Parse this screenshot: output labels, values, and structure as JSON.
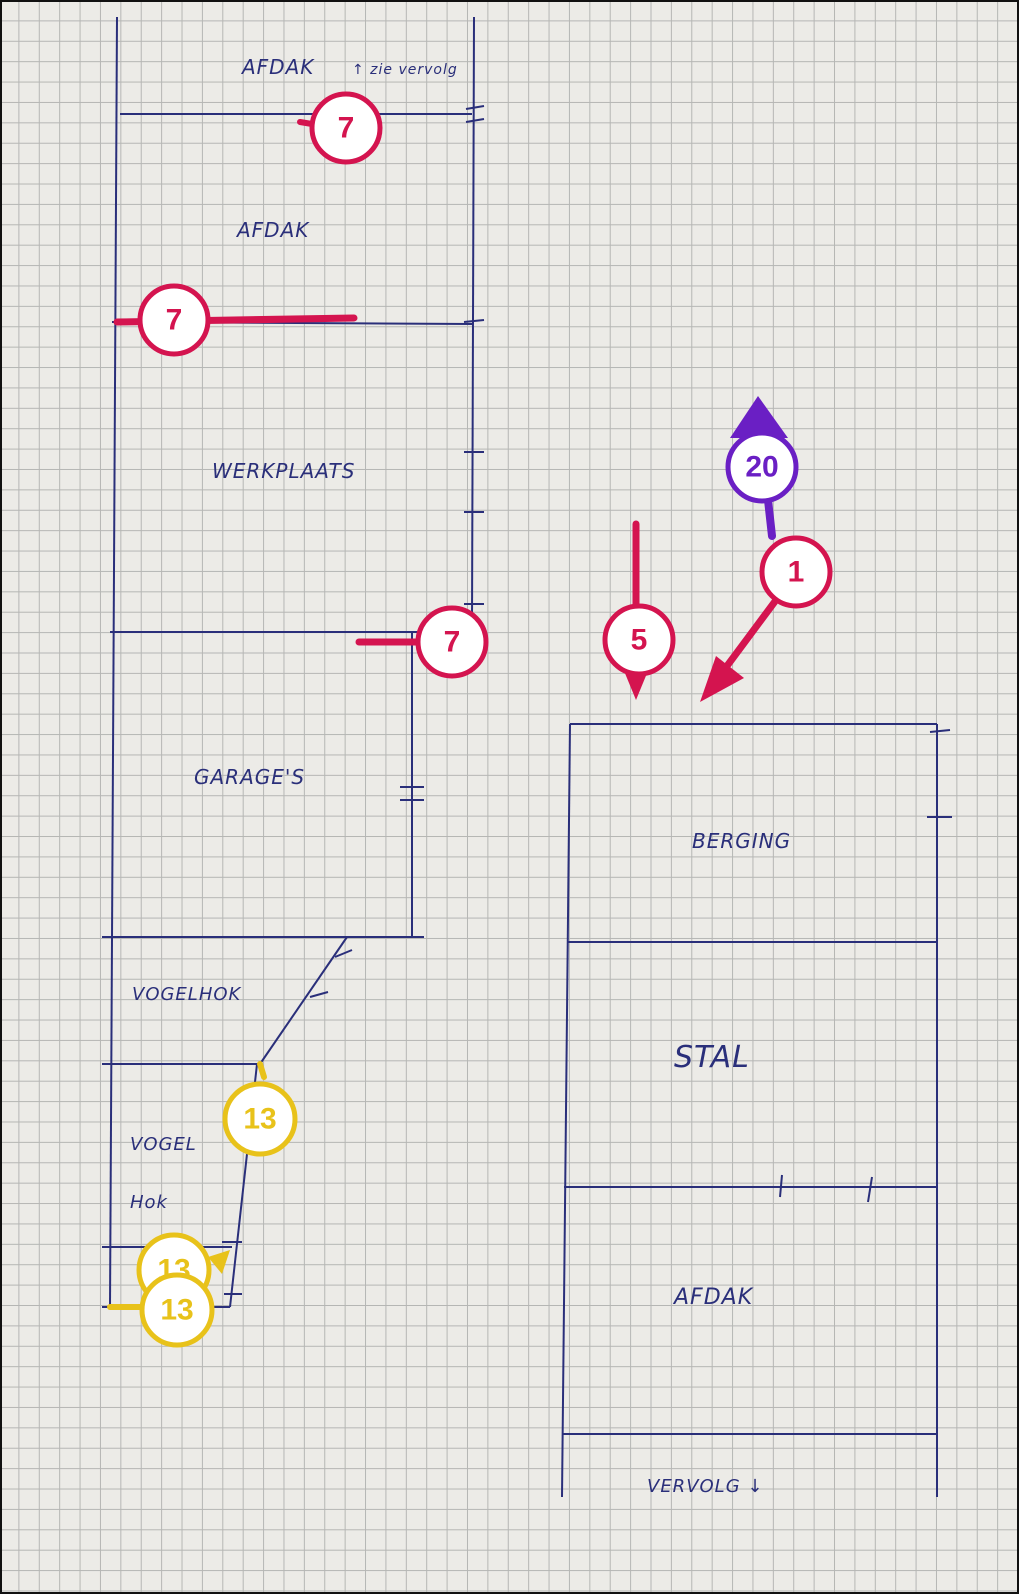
{
  "rooms_left": {
    "afdak_top": "AFDAK",
    "afdak_top_note": "↑ zie vervolg",
    "afdak": "AFDAK",
    "werkplaats": "WERKPLAATS",
    "garages": "GARAGE'S",
    "vogelhok_1": "VOGELHOK",
    "vogelhok_2_line1": "VOGEL",
    "vogelhok_2_line2": "Hok"
  },
  "rooms_right": {
    "berging": "BERGING",
    "stal": "STAL",
    "afdak": "AFDAK",
    "vervolg": "VERVOLG ↓"
  },
  "markers": [
    {
      "id": "m7a",
      "label": "7",
      "color": "#d4144f"
    },
    {
      "id": "m7b",
      "label": "7",
      "color": "#d4144f"
    },
    {
      "id": "m7c",
      "label": "7",
      "color": "#d4144f"
    },
    {
      "id": "m5",
      "label": "5",
      "color": "#d4144f"
    },
    {
      "id": "m1",
      "label": "1",
      "color": "#d4144f"
    },
    {
      "id": "m20",
      "label": "20",
      "color": "#6a1fc4"
    },
    {
      "id": "m13a",
      "label": "13",
      "color": "#e8c21a"
    },
    {
      "id": "m13b",
      "label": "13",
      "color": "#e8c21a"
    },
    {
      "id": "m13c",
      "label": "13",
      "color": "#e8c21a"
    }
  ],
  "colors": {
    "ink": "#2a2f7a",
    "red": "#d4144f",
    "purple": "#6a1fc4",
    "yellow": "#e8c21a",
    "paper": "#ecebe7",
    "grid": "#b5b6b4"
  }
}
